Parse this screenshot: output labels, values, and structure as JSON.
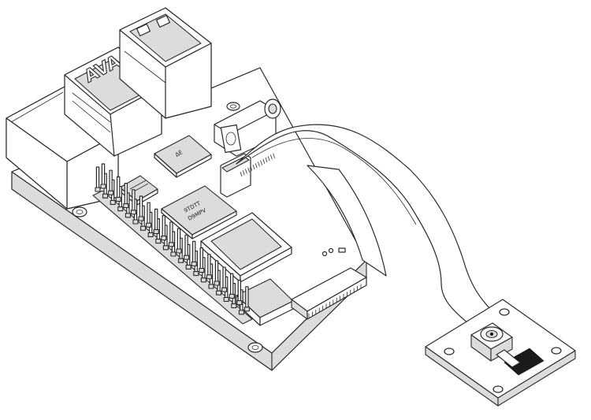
{
  "labels": {
    "usb_port_mark": "AVA",
    "memory_chip_line1": "9TDTT",
    "memory_chip_line2": "D9MPV",
    "small_chip_mark": "∆E"
  },
  "colors": {
    "line": "#2a2a2a",
    "fill": "#ffffff",
    "shade": "#dcdcdc",
    "dark": "#1a1a1a"
  },
  "gpio": {
    "pin_columns": 20,
    "pin_rows": 2
  },
  "ribbon": {
    "contact_count": 14
  }
}
